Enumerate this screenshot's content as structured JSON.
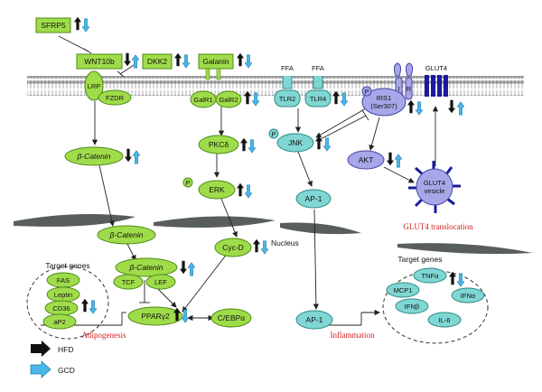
{
  "colors": {
    "green": "#9fdc4a",
    "green_stroke": "#4e8a16",
    "teal": "#7fd6d2",
    "teal_stroke": "#2c8a86",
    "lavender": "#a7a6e8",
    "lavender_stroke": "#4846a8",
    "glut_blue": "#1a1aa0",
    "hfd_arrow": "#111111",
    "gcd_arrow": "#49b6e8",
    "red_text": "#d42020",
    "nucleus": "#585e5c"
  },
  "labels": {
    "sfrp5": "SFRP5",
    "wnt10b": "WNT10b",
    "dkk2": "DKK2",
    "galanin": "Galanin",
    "lrp": "LRP",
    "fzdr": "FZDR",
    "galr1": "GalR1",
    "galr2": "GalR2",
    "ffa1": "FFA",
    "ffa2": "FFA",
    "tlr2": "TLR2",
    "tlr4": "TLR4",
    "irs1_line1": "IRS1",
    "irs1_line2": "(Ser307)",
    "ir_i": "I",
    "ir_r": "R",
    "glut4": "GLUT4",
    "p": "P",
    "beta_catenin": "β-Catenin",
    "pkc_delta": "PKCδ",
    "erk": "ERK",
    "jnk": "JNK",
    "akt": "AKT",
    "ap1": "AP-1",
    "glut4_vesicle_line1": "GLUT4",
    "glut4_vesicle_line2": "vesicle",
    "glut4_translocation": "GLUT4 translocation",
    "nucleus": "Nucleus",
    "cyc_d": "Cyc-D",
    "tcf": "TCF",
    "lef": "LEF",
    "ppar": "PPARγ2",
    "cebp": "C/EBPα",
    "target_genes": "Target genes",
    "fas": "FAS",
    "leptin": "Leptin",
    "cd36": "CD36",
    "ap2": "aP2",
    "adipogenesis": "Adipogenesis",
    "inflammation": "Inflammation",
    "tnf": "TNFα",
    "mcp1": "MCP1",
    "ifna": "IFNα",
    "ifnb": "IFNβ",
    "il6": "IL-6"
  },
  "legend": {
    "hfd": "HFD",
    "gcd": "GCD"
  }
}
